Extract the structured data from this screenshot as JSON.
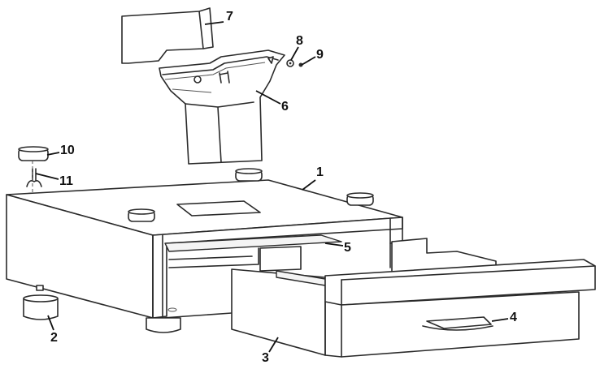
{
  "diagram": {
    "type": "exploded-parts-diagram",
    "subject": "Printer stand / cabinet with drawer, exploded view",
    "callouts": [
      {
        "id": "1",
        "label": "1",
        "part": "cabinet-top-panel"
      },
      {
        "id": "2",
        "label": "2",
        "part": "leveling-foot"
      },
      {
        "id": "3",
        "label": "3",
        "part": "drawer"
      },
      {
        "id": "4",
        "label": "4",
        "part": "drawer-handle"
      },
      {
        "id": "5",
        "label": "5",
        "part": "inner-shelf-rail"
      },
      {
        "id": "6",
        "label": "6",
        "part": "hopper-chute"
      },
      {
        "id": "7",
        "label": "7",
        "part": "rear-cover-plate"
      },
      {
        "id": "8",
        "label": "8",
        "part": "washer"
      },
      {
        "id": "9",
        "label": "9",
        "part": "screw"
      },
      {
        "id": "10",
        "label": "10",
        "part": "foot-cap"
      },
      {
        "id": "11",
        "label": "11",
        "part": "wing-bolt"
      }
    ],
    "colors": {
      "line": "#2a2a2a",
      "background": "#ffffff",
      "label": "#111111"
    }
  }
}
